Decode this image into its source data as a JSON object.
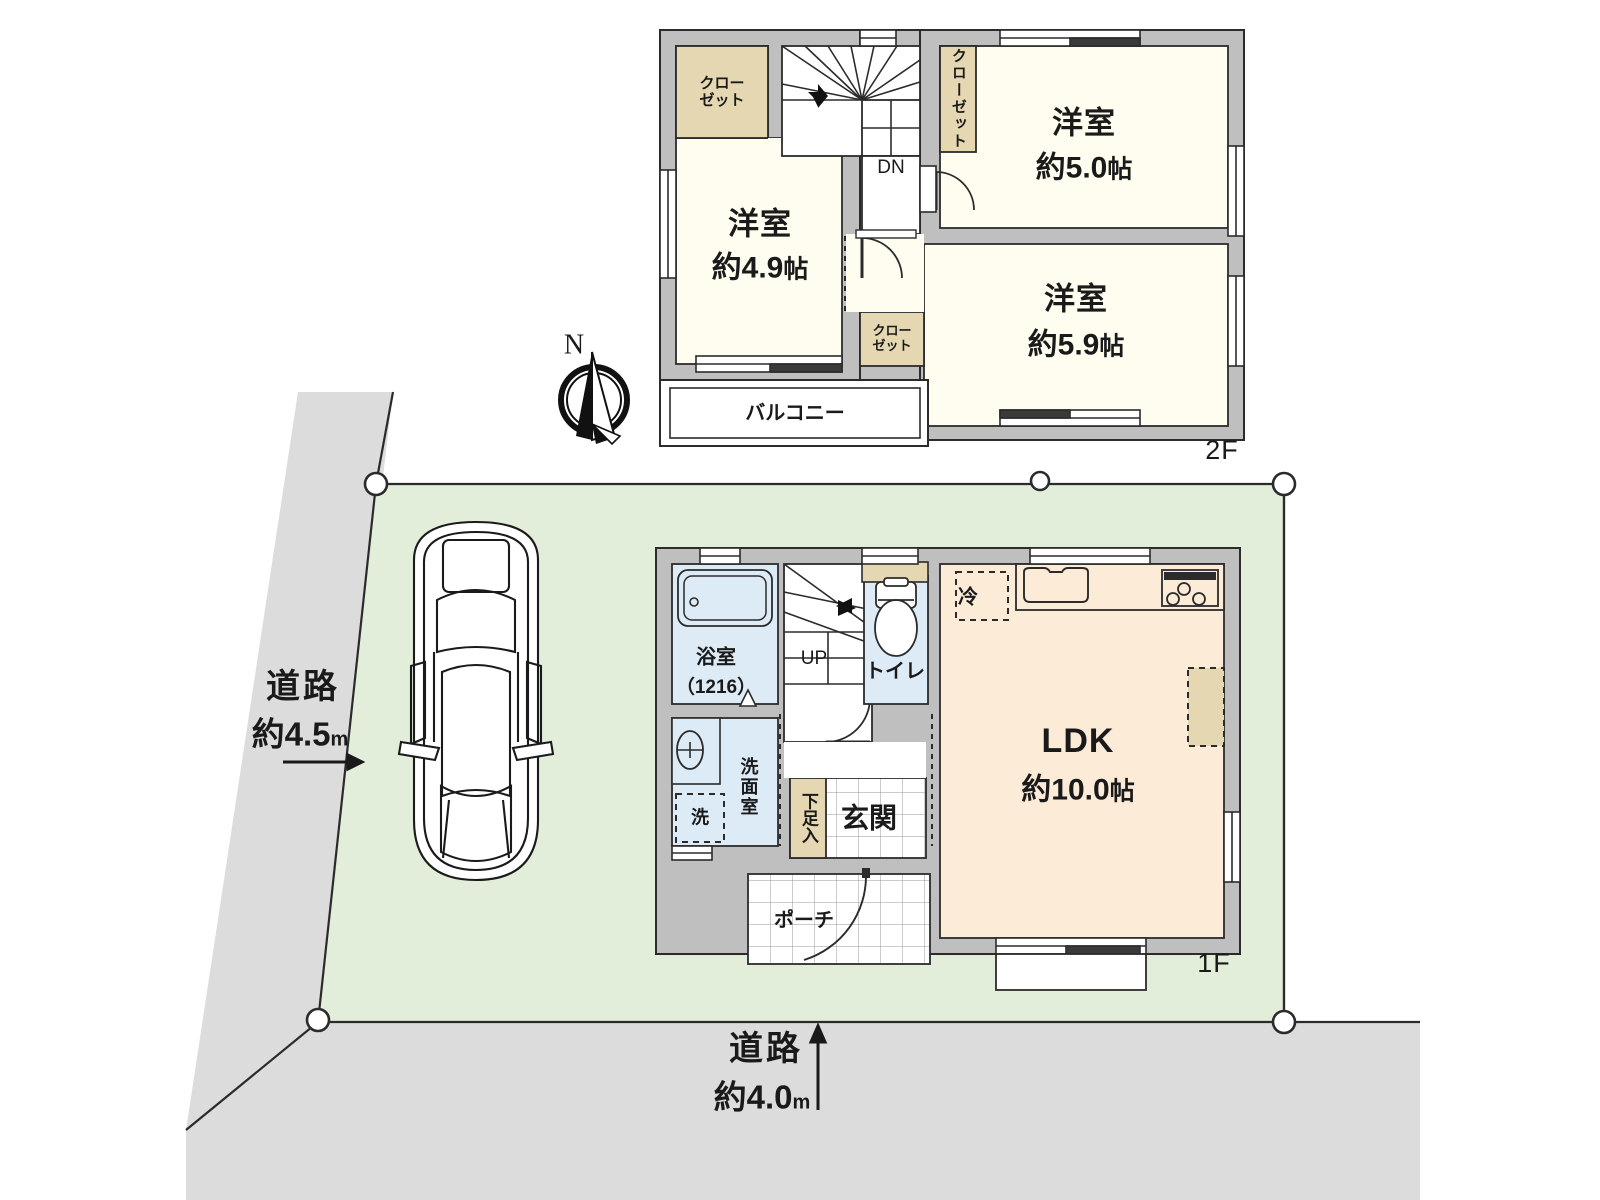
{
  "document": {
    "type": "real-estate-floor-plan",
    "floor_labels": {
      "second": "2F",
      "first": "1F"
    }
  },
  "compass": {
    "label": "N",
    "name": "north-arrow"
  },
  "roads": [
    {
      "id": "west-road",
      "name": "道路",
      "width_label": "約4.5",
      "unit": "m"
    },
    {
      "id": "south-road",
      "name": "道路",
      "width_label": "約4.0",
      "unit": "m"
    }
  ],
  "floor2": {
    "label": "2F",
    "rooms": [
      {
        "id": "washitsu-west",
        "name": "洋室",
        "area": "約4.9",
        "area_unit": "帖"
      },
      {
        "id": "youshitsu-ne",
        "name": "洋室",
        "area": "約5.0",
        "area_unit": "帖"
      },
      {
        "id": "youshitsu-se",
        "name": "洋室",
        "area": "約5.9",
        "area_unit": "帖"
      }
    ],
    "closets": [
      {
        "id": "closet-nw",
        "line1": "クロー",
        "line2": "ゼット"
      },
      {
        "id": "closet-ne",
        "text": "クローゼット"
      },
      {
        "id": "closet-center",
        "line1": "クロー",
        "line2": "ゼット"
      }
    ],
    "balcony": {
      "label": "バルコニー"
    },
    "stairs": {
      "direction_label": "DN"
    }
  },
  "floor1": {
    "label": "1F",
    "rooms": [
      {
        "id": "ldk",
        "name": "LDK",
        "area": "約10.0",
        "area_unit": "帖"
      },
      {
        "id": "bath",
        "line1": "浴室",
        "line2": "（1216）"
      },
      {
        "id": "washroom",
        "text": "洗面室"
      },
      {
        "id": "toilet",
        "text": "トイレ"
      },
      {
        "id": "genkan",
        "text": "玄関"
      },
      {
        "id": "porch",
        "text": "ポーチ"
      }
    ],
    "fixtures": [
      {
        "id": "refrigerator",
        "text": "冷"
      },
      {
        "id": "washing-machine",
        "text": "洗"
      },
      {
        "id": "shoe-cabinet",
        "text": "下足入"
      }
    ],
    "stairs": {
      "direction_label": "UP"
    }
  },
  "colors": {
    "room_cream": "#FFFDEF",
    "ldk_peach": "#FBEBD7",
    "closet_tan": "#E5D7B2",
    "water_blue": "#DDEBF7",
    "wall_gray": "#BFBFBF",
    "site_green": "#E2EDDA",
    "road_gray": "#DCDCDC",
    "outline": "#2b2b2b"
  }
}
